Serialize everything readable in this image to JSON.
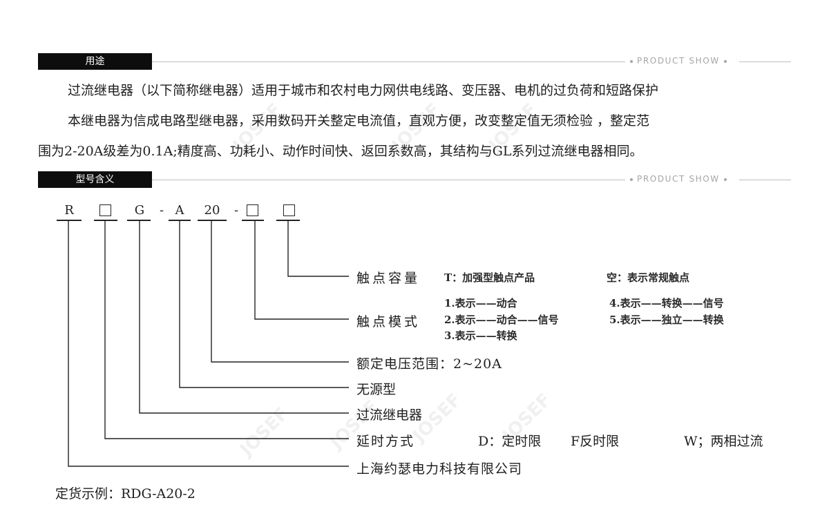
{
  "section1": {
    "tag": "用途",
    "product_show": "PRODUCT SHOW",
    "lines": [
      "过流继电器（以下简称继电器）适用于城市和农村电力网供电线路、变压器、电机的过负荷和短路保护",
      "本继电器为信成电路型继电器，采用数码开关整定电流值，直观方便，改变整定值无须检验 ，整定范",
      "围为2-20A级差为0.1A;精度高、功耗小、动作时间快、返回系数高，其结构与GL系列过流继电器相同。"
    ]
  },
  "section2": {
    "tag": "型号含义",
    "product_show": "PRODUCT SHOW"
  },
  "model_code": {
    "c1": "R",
    "c3": "G",
    "dash1": "-",
    "c4": "A",
    "c5": "20",
    "dash2": "-"
  },
  "branches": {
    "capacity": {
      "label": "触点容量",
      "left": "T：加强型触点产品",
      "right": "空：表示常规触点"
    },
    "mode": {
      "label": "触点模式",
      "opt1": "1.表示——动合",
      "opt2": "2.表示——动合——信号",
      "opt3": "3.表示——转换",
      "opt4": "4.表示——转换——信号",
      "opt5": "5.表示——独立——转换"
    },
    "voltage": {
      "label": "额定电压范围：2~20A"
    },
    "passive": {
      "label": "无源型"
    },
    "relay": {
      "label": "过流继电器"
    },
    "delay": {
      "label": "延时方式",
      "d": "D：定时限",
      "f": "F反时限",
      "w": "W；两相过流"
    },
    "company": {
      "label": "上海约瑟电力科技有限公司"
    }
  },
  "order_example": "定货示例：RDG-A20-2"
}
